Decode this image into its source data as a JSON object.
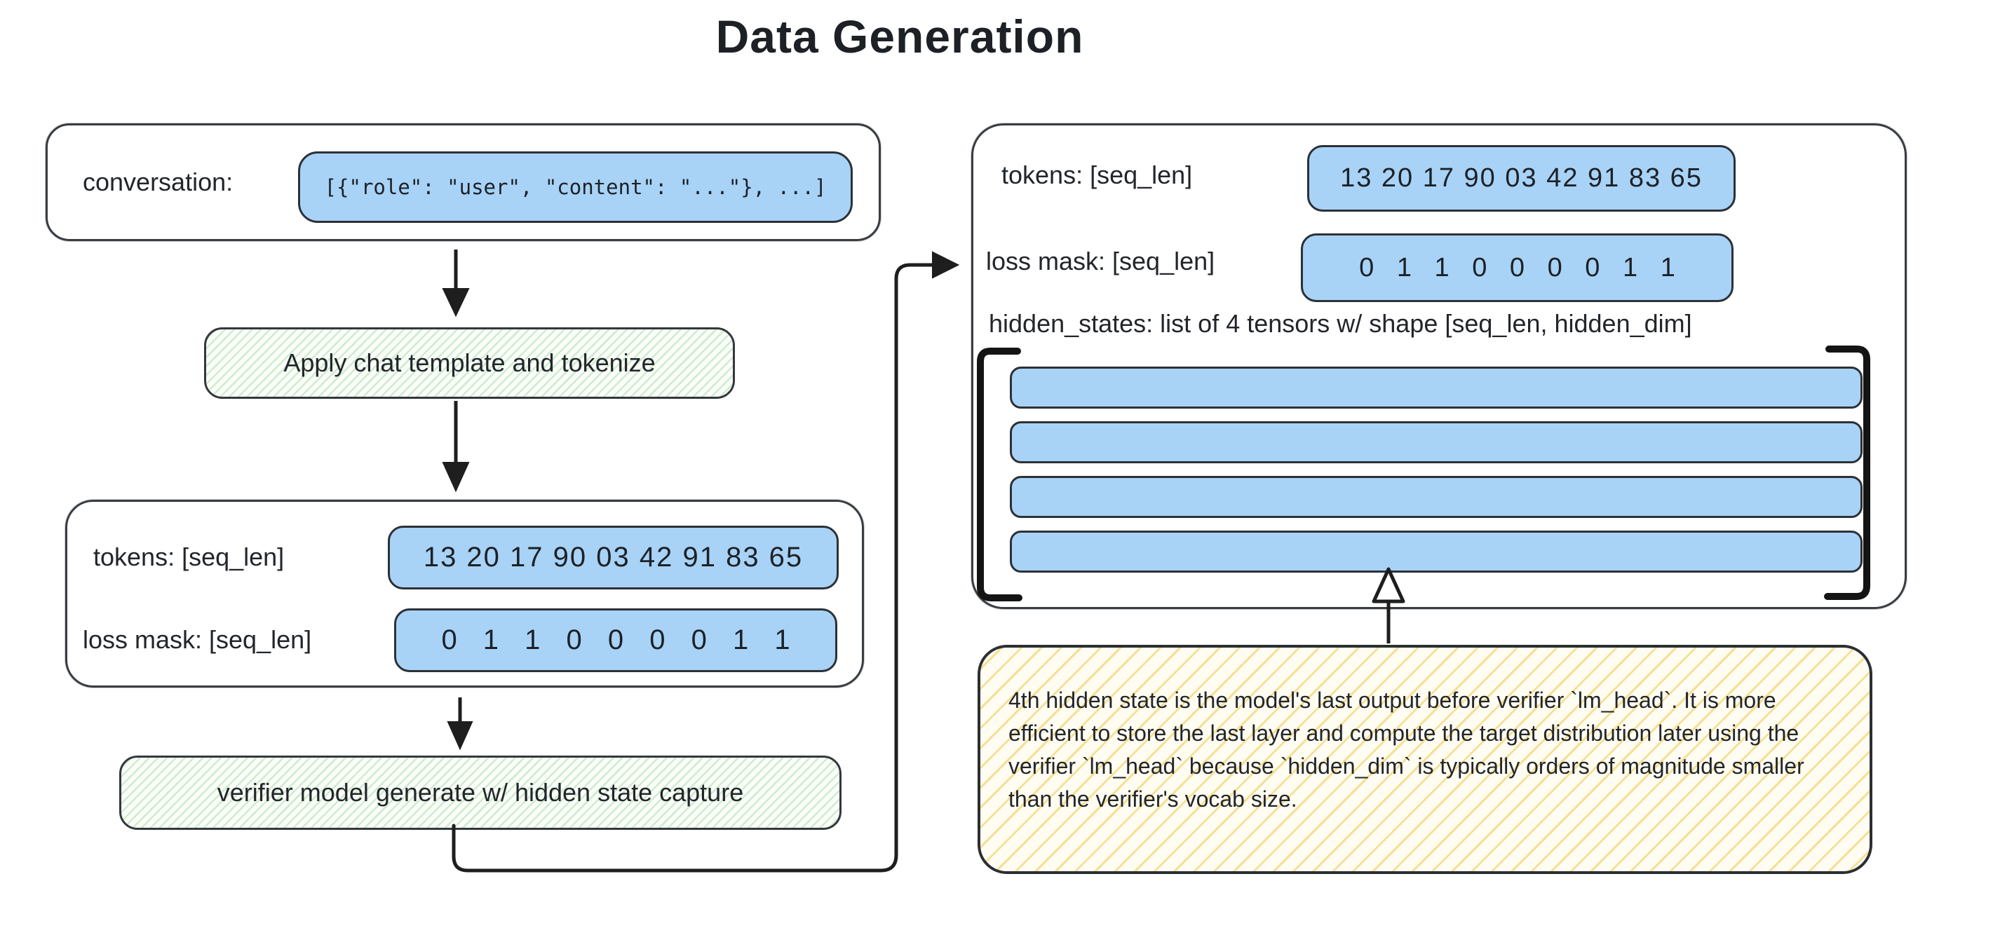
{
  "title": "Data Generation",
  "colors": {
    "blue_fill": "#a8d3f7",
    "green_stripe": "#cdeccf",
    "yellow_stripe": "#f6df96",
    "stroke": "#33383d",
    "arrow": "#1e1e1e"
  },
  "left_flow": {
    "conversation_label": "conversation:",
    "conversation_value": "[{\"role\": \"user\", \"content\": \"...\"}, ...]",
    "step1_label": "Apply chat template and tokenize",
    "tokens_label": "tokens: [seq_len]",
    "tokens_values": "13 20 17 90 03 42 91 83 65",
    "loss_mask_label": "loss mask: [seq_len]",
    "loss_mask_values": "0 1 1 0 0 0 0 1 1",
    "step2_label": "verifier model generate w/ hidden state capture"
  },
  "right_panel": {
    "tokens_label": "tokens: [seq_len]",
    "tokens_values": "13 20 17 90 03 42 91 83 65",
    "loss_mask_label": "loss mask: [seq_len]",
    "loss_mask_values": "0 1 1 0 0 0 0 1 1",
    "hidden_states_label": "hidden_states: list of 4 tensors w/ shape [seq_len, hidden_dim]",
    "num_tensors": 4
  },
  "note": {
    "text": "4th hidden state is the model's last output before verifier `lm_head`. It is more efficient to store the last layer and compute the target distribution later using the verifier `lm_head` because `hidden_dim` is typically orders of magnitude smaller than the verifier's vocab size."
  }
}
